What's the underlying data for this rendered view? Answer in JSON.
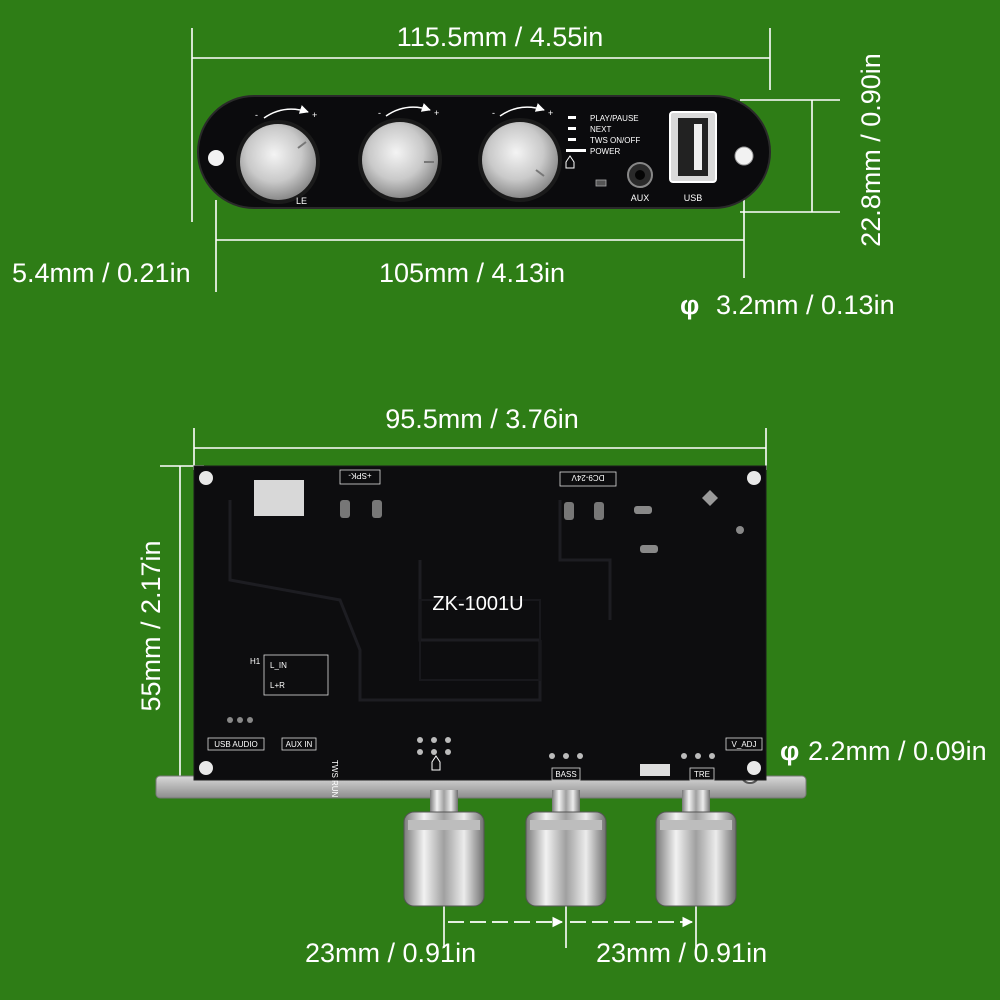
{
  "colors": {
    "background": "#2e7d16",
    "dimension_text": "#ffffff",
    "board": "#0d0d0f",
    "knob": "#d0d0d0"
  },
  "dimensions": {
    "top_width": "115.5mm / 4.55in",
    "top_height": "22.8mm / 0.90in",
    "hole_offset": "5.4mm / 0.21in",
    "hole_spacing": "105mm / 4.13in",
    "hole_diameter_top": "3.2mm / 0.13in",
    "bottom_width": "95.5mm / 3.76in",
    "bottom_height": "55mm / 2.17in",
    "hole_diameter_bottom": "2.2mm / 0.09in",
    "knob_spacing_left": "23mm / 0.91in",
    "knob_spacing_right": "23mm / 0.91in",
    "phi_symbol": "φ"
  },
  "front_panel": {
    "indicators": [
      "PLAY/PAUSE",
      "NEXT",
      "TWS ON/OFF",
      "POWER"
    ],
    "aux_label": "AUX",
    "usb_label": "USB",
    "minus": "-",
    "plus": "+",
    "volume_label_partial": "LE"
  },
  "board": {
    "model": "ZK-1001U",
    "spk_label": "+SPK-",
    "power_label": "DC9-24V",
    "h1_label": "H1",
    "l_in": "L_IN",
    "l_plus_r": "L+R",
    "usb_audio": "USB AUDIO",
    "aux_in": "AUX IN",
    "tws_run": "TWS RUN",
    "bass": "BASS",
    "tre": "TRE",
    "v_adj": "V_ADJ"
  }
}
